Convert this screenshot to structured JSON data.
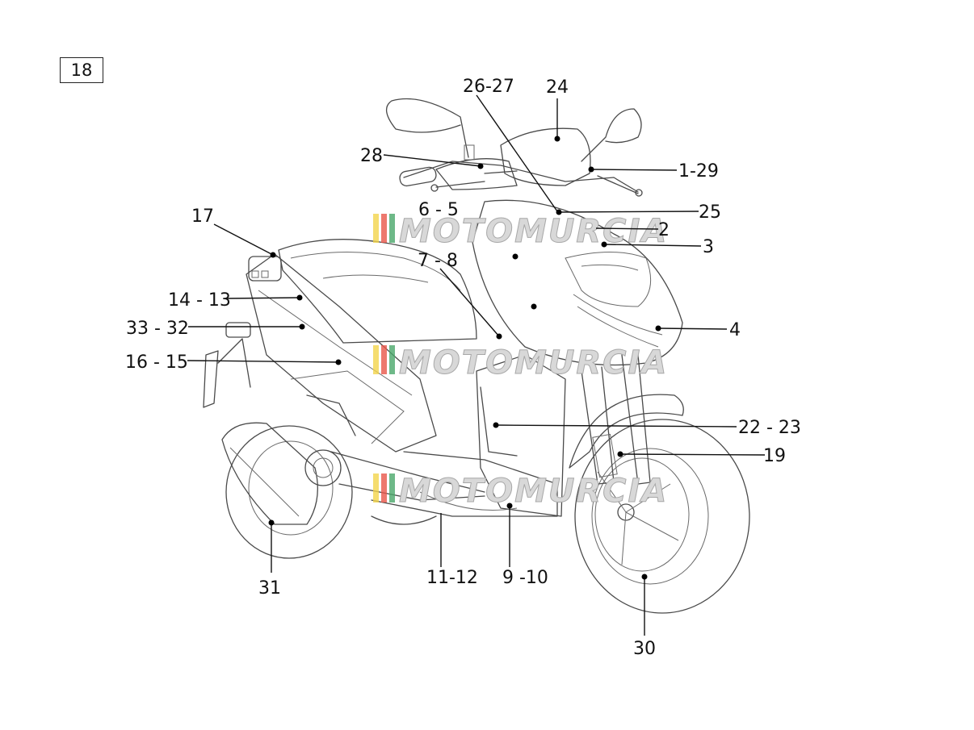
{
  "figure_number": "18",
  "watermark": {
    "text": "MOTOMURCIA",
    "stripe_colors": [
      "#f2d54b",
      "#e8564a",
      "#4aa86a"
    ]
  },
  "part_labels": [
    {
      "id": "l-26-27",
      "text": "26-27"
    },
    {
      "id": "l-24",
      "text": "24"
    },
    {
      "id": "l-28",
      "text": "28"
    },
    {
      "id": "l-1-29",
      "text": "1-29"
    },
    {
      "id": "l-6-5",
      "text": "6 - 5"
    },
    {
      "id": "l-25",
      "text": "25"
    },
    {
      "id": "l-2",
      "text": "2"
    },
    {
      "id": "l-3",
      "text": "3"
    },
    {
      "id": "l-17",
      "text": "17"
    },
    {
      "id": "l-7-8",
      "text": "7 - 8"
    },
    {
      "id": "l-14-13",
      "text": "14 - 13"
    },
    {
      "id": "l-4",
      "text": "4"
    },
    {
      "id": "l-33-32",
      "text": "33 - 32"
    },
    {
      "id": "l-16-15",
      "text": "16 - 15"
    },
    {
      "id": "l-22-23",
      "text": "22 - 23"
    },
    {
      "id": "l-19",
      "text": "19"
    },
    {
      "id": "l-31",
      "text": "31"
    },
    {
      "id": "l-11-12",
      "text": "11-12"
    },
    {
      "id": "l-9-10",
      "text": "9 -10"
    },
    {
      "id": "l-30",
      "text": "30"
    }
  ]
}
